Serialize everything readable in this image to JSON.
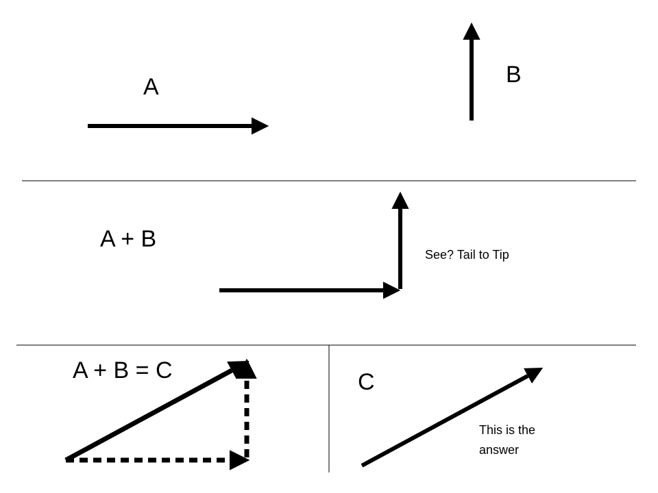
{
  "labels": {
    "vector_a": "A",
    "vector_b": "B",
    "sum_heading": "A + B",
    "tail_to_tip_note": "See? Tail to Tip",
    "equation": "A + B = C",
    "vector_c": "C",
    "answer_note_line1": "This is the",
    "answer_note_line2": "answer"
  },
  "colors": {
    "ink": "#000000",
    "background": "#ffffff"
  }
}
